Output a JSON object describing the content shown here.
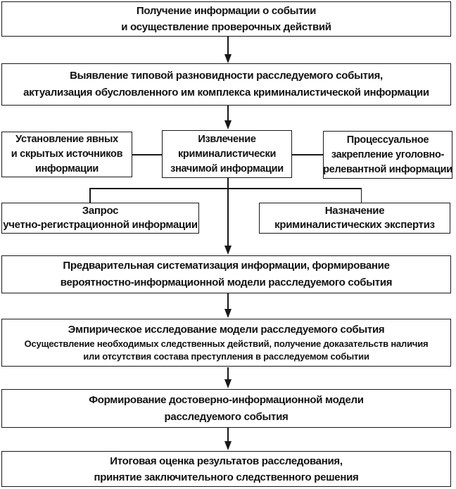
{
  "flowchart": {
    "background_color": "#ffffff",
    "line_color": "#181818",
    "text_color": "#111111",
    "steps": {
      "receive_info": {
        "lines": [
          "Получение информации о событии",
          "и осуществление проверочных действий"
        ]
      },
      "identify_type": {
        "lines": [
          "Выявление типовой разновидности расследуемого события,",
          "актуализация обусловленного им комплекса криминалистической информации"
        ]
      },
      "identify_sources": {
        "lines": [
          "Установление явных",
          "и скрытых источников",
          "информации"
        ]
      },
      "extract_info": {
        "lines": [
          "Извлечение",
          "криминалистически",
          "значимой информации"
        ]
      },
      "procedural_fixation": {
        "lines": [
          "Процессуальное",
          "закрепление уголовно-",
          "релевантной информации"
        ]
      },
      "records_request": {
        "lines": [
          "Запрос",
          "учетно-регистрационной информации"
        ]
      },
      "expert_assignment": {
        "lines": [
          "Назначение",
          "криминалистических экспертиз"
        ]
      },
      "preliminary_systematization": {
        "lines": [
          "Предварительная систематизация информации, формирование",
          "вероятностно-информационной модели расследуемого события"
        ]
      },
      "empirical_research": {
        "title": "Эмпирическое исследование модели расследуемого события",
        "sub_lines": [
          "Осуществление необходимых следственных действий, получение доказательств наличия",
          "или отсутствия состава преступления в расследуемом событии"
        ]
      },
      "reliable_model": {
        "lines": [
          "Формирование достоверно-информационной модели",
          "расследуемого события"
        ]
      },
      "final_assessment": {
        "lines": [
          "Итоговая оценка результатов расследования,",
          "принятие заключительного следственного решения"
        ]
      }
    }
  }
}
